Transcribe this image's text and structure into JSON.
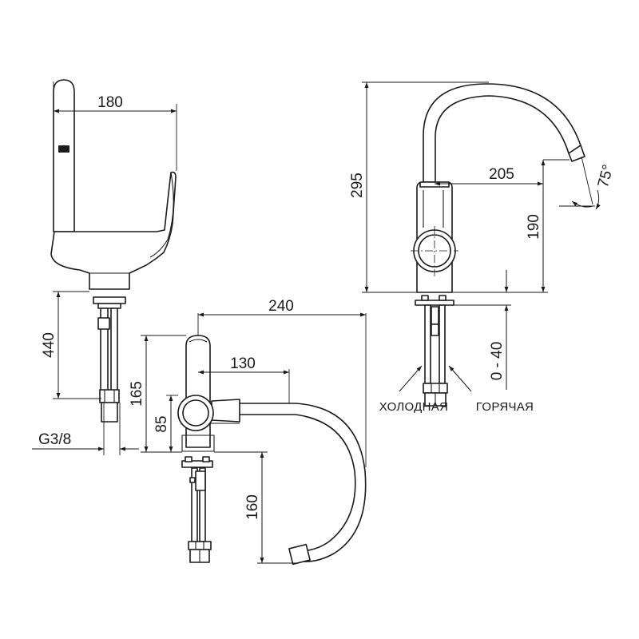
{
  "drawing": {
    "dimensions": {
      "side_width": "180",
      "side_underside_length": "440",
      "side_thread": "G3/8",
      "top_reach": "240",
      "top_handle_offset": "130",
      "top_body_height": "165",
      "top_handle_center": "85",
      "top_spout_drop": "160",
      "front_total_height": "295",
      "front_reach": "205",
      "front_spout_height": "190",
      "front_swivel_angle": "75°",
      "front_counter_thickness": "0 - 40"
    },
    "labels": {
      "cold": "ХОЛОДНАЯ",
      "hot": "ГОРЯЧАЯ"
    }
  }
}
